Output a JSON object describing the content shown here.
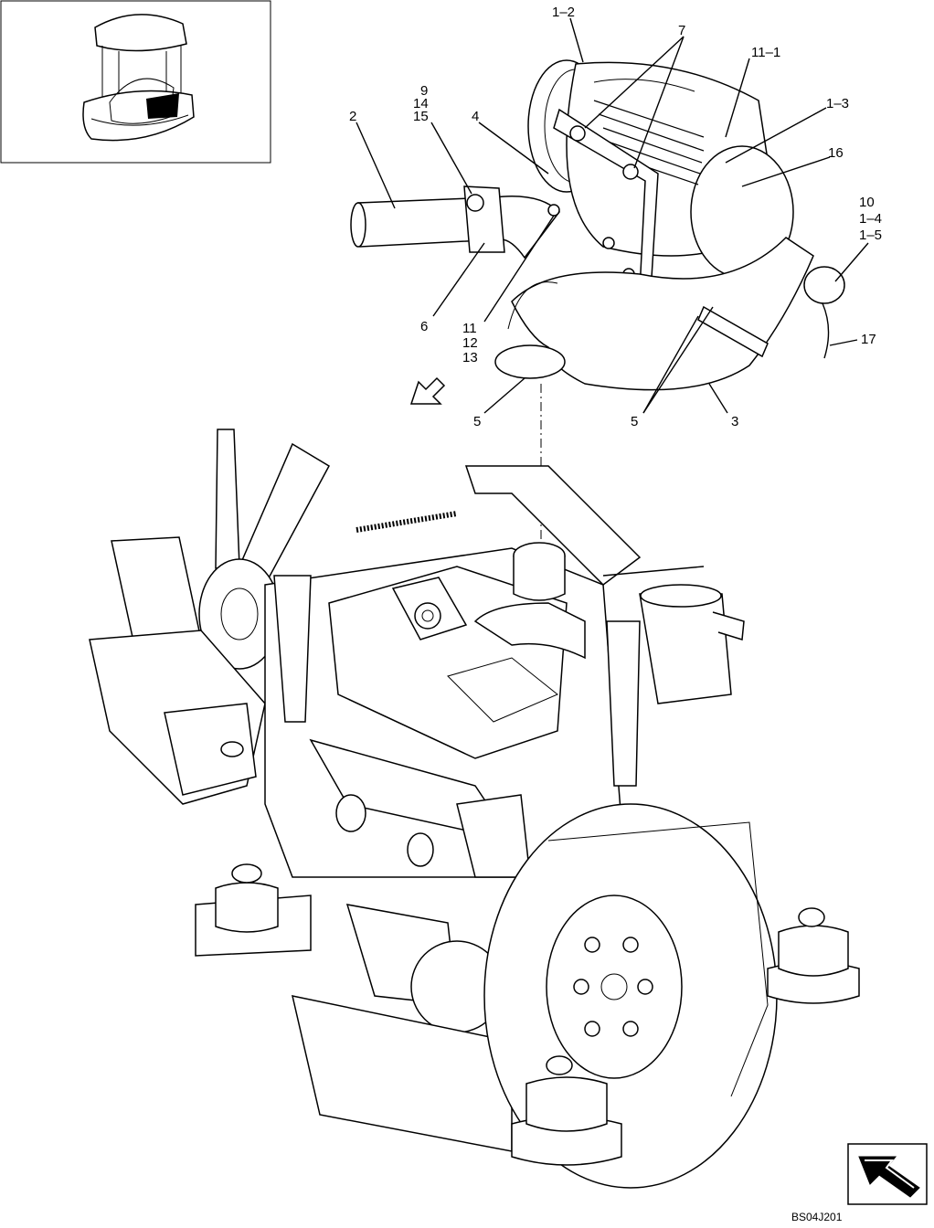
{
  "callouts": {
    "c_1_2": "1–2",
    "c_7": "7",
    "c_11_1": "11–1",
    "c_1_3": "1–3",
    "c_9": "9",
    "c_14": "14",
    "c_15": "15",
    "c_2": "2",
    "c_4": "4",
    "c_16": "16",
    "c_10": "10",
    "c_1_4": "1–4",
    "c_1_5": "1–5",
    "c_6": "6",
    "c_11": "11",
    "c_12": "12",
    "c_13": "13",
    "c_17": "17",
    "c_5a": "5",
    "c_5b": "5",
    "c_3": "3"
  },
  "figure_code": "BS04J201",
  "icons": {
    "locator": "machine-locator-icon",
    "direction": "forward-direction-arrow-icon",
    "next_page": "next-page-arrow-icon"
  }
}
